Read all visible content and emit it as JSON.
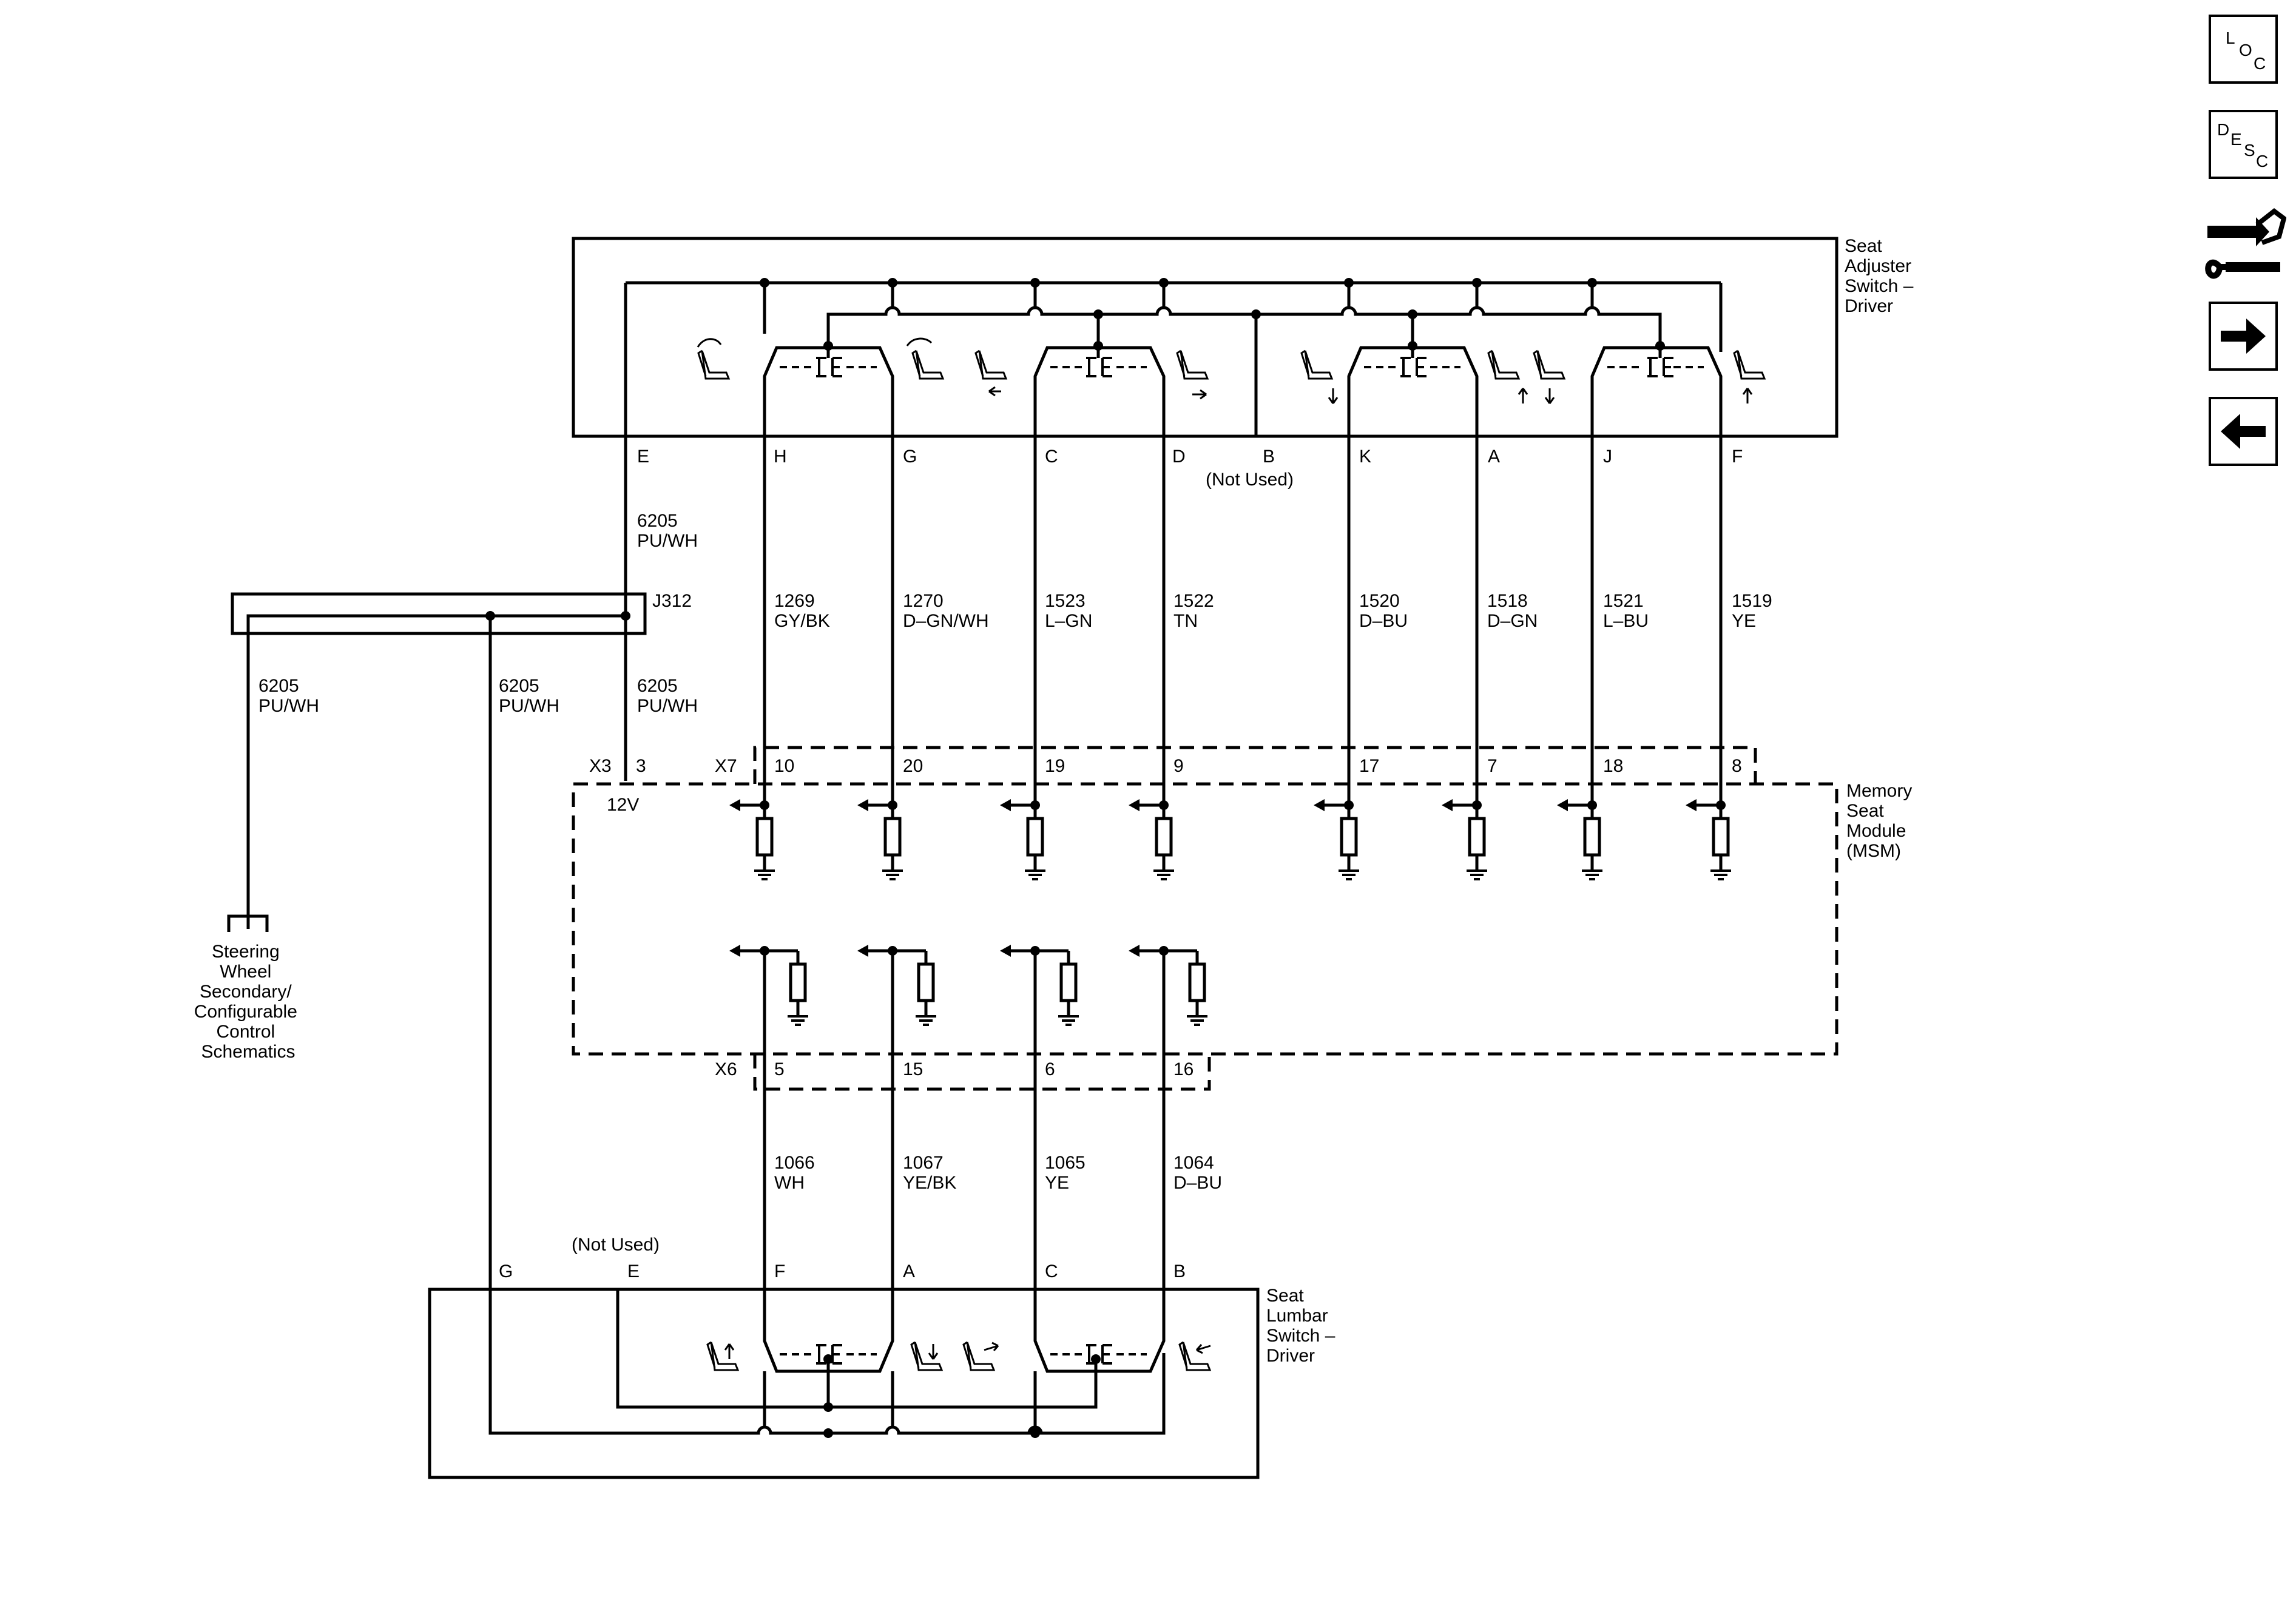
{
  "nav": {
    "loc": [
      "L",
      "O",
      "C"
    ],
    "desc": [
      "D",
      "E",
      "S",
      "C"
    ]
  },
  "components": {
    "seat_adjuster": [
      "Seat",
      "Adjuster",
      "Switch –",
      "Driver"
    ],
    "msm": [
      "Memory",
      "Seat",
      "Module",
      "(MSM)"
    ],
    "seat_lumbar": [
      "Seat",
      "Lumbar",
      "Switch –",
      "Driver"
    ],
    "steering": [
      "Steering",
      "Wheel",
      "Secondary/",
      "Configurable",
      "Control",
      "Schematics"
    ]
  },
  "seat_adjuster_pins": {
    "E": "E",
    "H": "H",
    "G": "G",
    "C": "C",
    "D": "D",
    "B": "B",
    "K": "K",
    "A": "A",
    "J": "J",
    "F": "F",
    "not_used": "(Not Used)"
  },
  "upper_wires": [
    {
      "circuit": "1269",
      "color": "GY/BK"
    },
    {
      "circuit": "1270",
      "color": "D–GN/WH"
    },
    {
      "circuit": "1523",
      "color": "L–GN"
    },
    {
      "circuit": "1522",
      "color": "TN"
    },
    {
      "circuit": "1520",
      "color": "D–BU"
    },
    {
      "circuit": "1518",
      "color": "D–GN"
    },
    {
      "circuit": "1521",
      "color": "L–BU"
    },
    {
      "circuit": "1519",
      "color": "YE"
    }
  ],
  "power_wire": {
    "circuit": "6205",
    "color": "PU/WH"
  },
  "splice": "J312",
  "msm_connectors": {
    "x3": "X3",
    "x3_pin": "3",
    "x3_volt": "12V",
    "x7": "X7",
    "x7_pins": [
      "10",
      "20",
      "19",
      "9",
      "17",
      "7",
      "18",
      "8"
    ],
    "x6": "X6",
    "x6_pins": [
      "5",
      "15",
      "6",
      "16"
    ]
  },
  "lower_wires": [
    {
      "circuit": "1066",
      "color": "WH"
    },
    {
      "circuit": "1067",
      "color": "YE/BK"
    },
    {
      "circuit": "1065",
      "color": "YE"
    },
    {
      "circuit": "1064",
      "color": "D–BU"
    }
  ],
  "lumbar_pins": {
    "G": "G",
    "E": "E",
    "F": "F",
    "A": "A",
    "C": "C",
    "B": "B",
    "not_used": "(Not Used)"
  }
}
